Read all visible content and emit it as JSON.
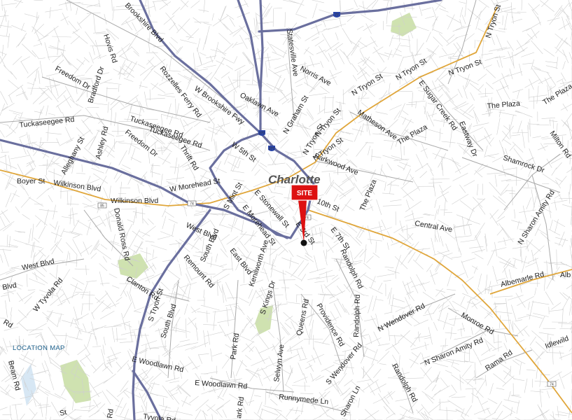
{
  "map": {
    "city_label": "Charlotte",
    "legend_label": "LOCATION MAP",
    "marker": {
      "label": "SITE",
      "color": "#dd1111"
    },
    "colors": {
      "freeway": "#6a6f9e",
      "arterial": "#e0a63a",
      "street": "#cfcfcf",
      "park": "#cfe2b0",
      "water": "#bcd6ee"
    },
    "shields": [
      "77",
      "277",
      "74",
      "85"
    ],
    "street_labels": [
      "N Tryon St",
      "Statesville Ave",
      "Norris Ave",
      "N Tryon St",
      "N Tryon St",
      "N Tryon St",
      "Freedom Dr",
      "Bradford Dr",
      "Hovis Rd",
      "Tuckaseegee Rd",
      "Brookshire Blvd",
      "Rozzelles Ferry Rd",
      "W Brookshire Fwy",
      "Oaklawn Ave",
      "N Graham St",
      "N Tryon St",
      "N Tryon St",
      "Matheson Ave",
      "The Plaza",
      "E Sugar Creek Rd",
      "Eastway Dr",
      "The Plaza",
      "The Plaza",
      "Tuckaseegee Rd",
      "Tuckaseegee Rd",
      "Thrift Rd",
      "Freedom Dr",
      "Alleghany St",
      "Ashley Rd",
      "W 5th St",
      "N Tryon St",
      "Parkwood Ave",
      "Shamrock Dr",
      "Milton Rd",
      "Boyer St",
      "Wilkinson Blvd",
      "Wilkinson Blvd",
      "W Morehead St",
      "S Mint St",
      "E Stonewall St",
      "E Morehead St",
      "10th St",
      "The Plaza",
      "Central Ave",
      "N Sharon Amity Rd",
      "West Blvd",
      "Donald Ross Rd",
      "West Blvd",
      "South Blvd",
      "East Blvd",
      "Kenilworth Ave",
      "E 3rd St",
      "E 7th St",
      "Randolph Rd",
      "Remount Rd",
      "Clanton Rd",
      "S Tryon St",
      "South Blvd",
      "S Kings Dr",
      "Queens Rd",
      "Providence Rd",
      "Randolph Rd",
      "N Wendover Rd",
      "Albemarle Rd",
      "Alb",
      "Monroe Rd",
      "W Tyvola Rd",
      "Blvd",
      "Rd",
      "Park Rd",
      "Selwyn Ave",
      "S Wendover Rd",
      "Randolph Rd",
      "N Sharon Amity Rd",
      "Rama Rd",
      "Idlewild",
      "Beam Rd",
      "E Woodlawn Rd",
      "E Woodlawn Rd",
      "Runnymede Ln",
      "Sharon Ln",
      "Tyvola Rd",
      "Rd",
      "ark Rd",
      "St"
    ]
  }
}
